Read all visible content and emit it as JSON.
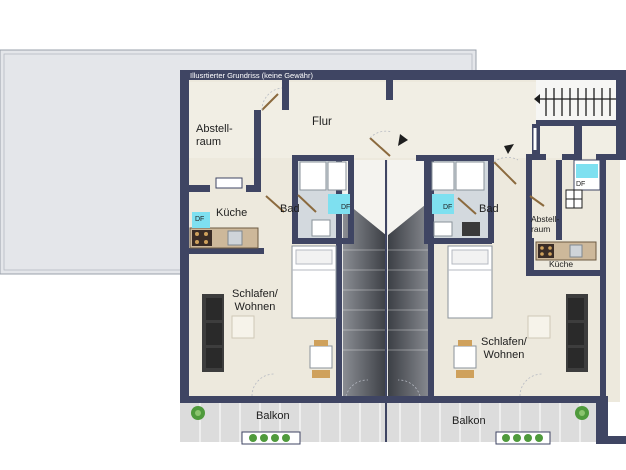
{
  "caption": "Illusrtierter Grundriss (keine Gewähr)",
  "rooms": {
    "abstellraum_left": [
      "Abstell-",
      "raum"
    ],
    "flur": "Flur",
    "kueche_left": "Küche",
    "bad_left": "Bad",
    "bad_right": "Bad",
    "abstellraum_right": [
      "Abstell-",
      "raum"
    ],
    "kueche_right": "Küche",
    "schlafen_left": [
      "Schlafen/",
      "Wohnen"
    ],
    "schlafen_right": [
      "Schlafen/",
      "Wohnen"
    ],
    "balkon_left": "Balkon",
    "balkon_right": "Balkon"
  },
  "df_label": "DF",
  "colors": {
    "wall": "#3f4563",
    "floor": "#ede9dd",
    "roof": "#e4e6ea",
    "stair": "#5a5d63",
    "tile": "#cfd6dc",
    "window_blue": "#7ee0f0",
    "plant": "#4f9a3c"
  }
}
